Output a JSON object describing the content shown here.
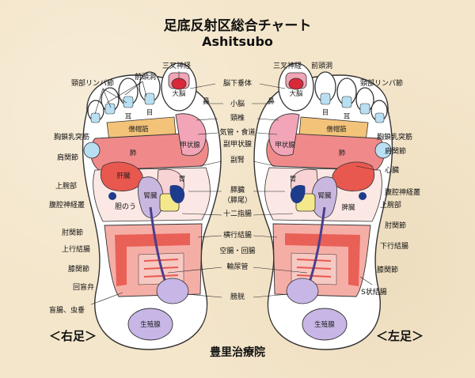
{
  "title": "足底反射区総合チャート",
  "subtitle": "Ashitsubo",
  "footer": "豊里治療院",
  "right_foot_label": "＜右足＞",
  "left_foot_label": "＜左足＞",
  "labels_left": {
    "sansa1": "三叉神経",
    "zento1": "前頭洞",
    "keibu1": "頸部リンパ節",
    "kyousa1": "胸鎖乳突筋",
    "kenkan1": "肩関節",
    "joowan1": "上腕部",
    "fukukou1": "腹腔神経叢",
    "tannou": "胆のう",
    "hiji1": "肘関節",
    "joukou1": "上行結腸",
    "hiza1": "膝関節",
    "kaimou": "回盲弁",
    "mouchou": "盲腸、虫垂"
  },
  "labels_center": {
    "noukasui": "脳下垂体",
    "hana": "鼻",
    "shounou": "小脳",
    "keichu": "頸椎",
    "kikan": "気管・食道",
    "fukukoujou": "副甲状腺",
    "fukujin": "副腎",
    "suizou": "膵臓",
    "suibi": "（膵尾）",
    "juunishi": "十二指腸",
    "oukou": "横行結腸",
    "kuuchou": "空腸・回腸",
    "yunyou": "輸尿管",
    "boukou": "膀胱"
  },
  "labels_right": {
    "sansa2": "三叉神経",
    "zento2": "前頭洞",
    "keibu2": "頸部リンパ節",
    "kyousa2": "胸鎖乳突筋",
    "kenkan2": "肩関節",
    "shinzou": "心臓",
    "fukukou2": "腹腔神経叢",
    "joowan2": "上腕部",
    "hiji2": "肘関節",
    "kakou": "下行結腸",
    "hiza2": "膝関節",
    "sjou": "S状結腸"
  },
  "organ_text": {
    "dainou": "大脳",
    "me": "目",
    "mimi": "耳",
    "soubou": "僧帽筋",
    "hai": "肺",
    "koujou": "甲状腺",
    "kanzou": "肝臓",
    "i": "胃",
    "jinzou": "腎臓",
    "hizou": "脾臓",
    "seishoku": "生殖腺"
  },
  "colors": {
    "brain_red": "#d8283a",
    "lung_pink": "#f08a8a",
    "thyroid_pink": "#f1a5b7",
    "kidney_lavender": "#c9b7e0",
    "eye_blue": "#b9dff2",
    "pancreas_yellow": "#f5e88b",
    "navy": "#1e3c8c",
    "intestine_pink": "#f5aea6",
    "intestine_red": "#e8584f",
    "bladder_lilac": "#c7b6e6",
    "ureter": "#4b3e8c"
  }
}
